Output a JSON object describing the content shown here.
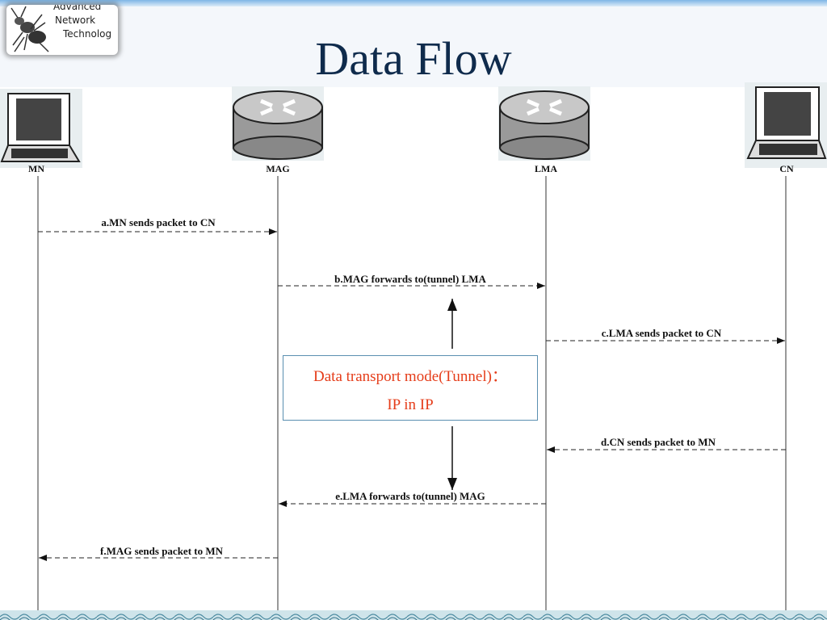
{
  "title": "Data Flow",
  "logo": {
    "line1": "Advanced",
    "line2": "Network",
    "line3": "Technolog"
  },
  "nodes": {
    "mn": "MN",
    "mag": "MAG",
    "lma": "LMA",
    "cn": "CN"
  },
  "messages": {
    "a": "a.MN sends packet to CN",
    "b": "b.MAG forwards to(tunnel) LMA",
    "c": "c.LMA sends packet to CN",
    "d": "d.CN sends packet to MN",
    "e": "e.LMA forwards to(tunnel) MAG",
    "f": "f.MAG sends packet to MN"
  },
  "note": {
    "line1": "Data transport mode(Tunnel)：",
    "line2": "IP in IP"
  },
  "colors": {
    "title": "#0f2b4c",
    "note_text": "#e53d1a",
    "note_border": "#5a8fb0"
  }
}
